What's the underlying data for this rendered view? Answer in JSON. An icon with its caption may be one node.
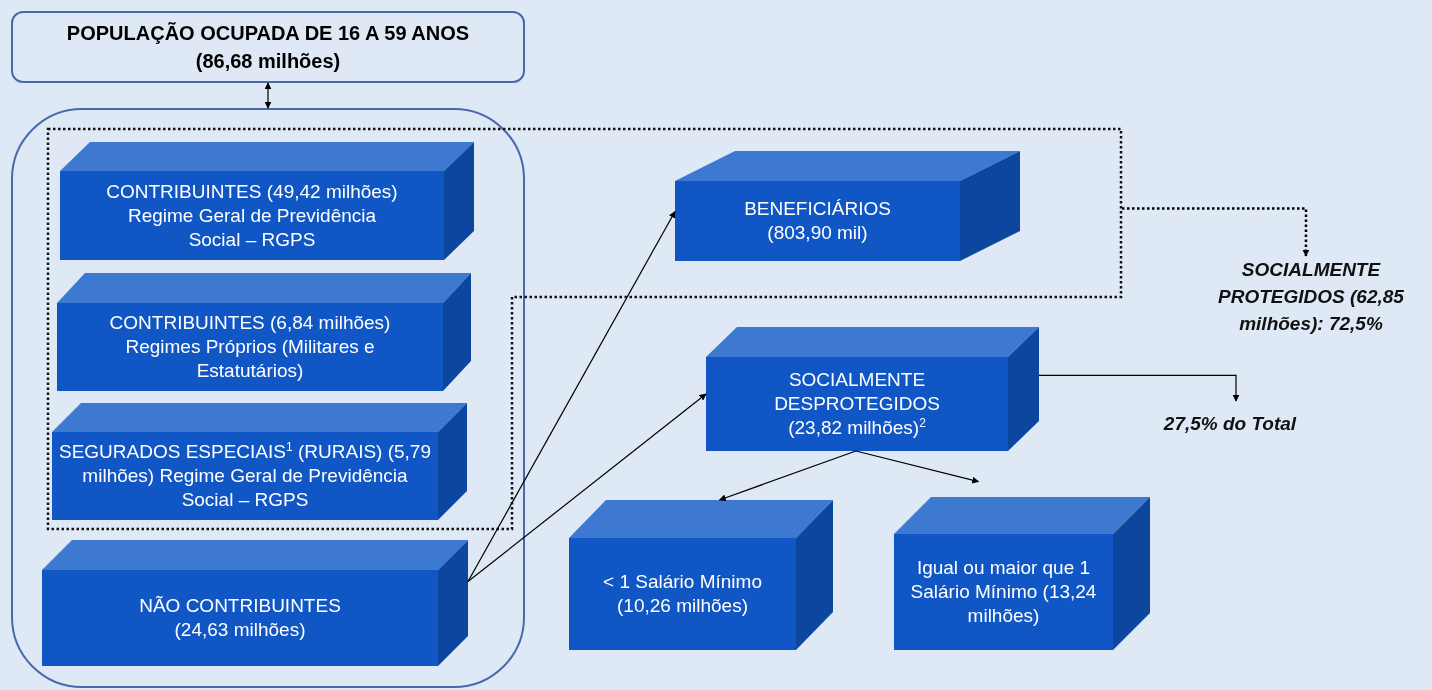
{
  "diagram": {
    "nodes": [
      {
        "text": [
          "POPULAÇÃO OCUPADA DE 16 A 59 ANOS (86,68 milhões)"
        ]
      },
      {
        "text": [],
        "shape": "box"
      },
      {
        "text": [],
        "shape": "box"
      },
      {
        "text": [
          "CONTRIBUINTES (49,42 milhões) Regime Geral de Previdência Social – RGPS"
        ]
      },
      {
        "text": [
          "CONTRIBUINTES (6,84 milhões) Regimes Próprios (Militares e Estatutários)"
        ]
      },
      {
        "text": [
          "SEGURADOS ESPECIAIS$^{1}$ (RURAIS) (5,79 milhões) Regime Geral de Previdência Social – RGPS"
        ]
      },
      {
        "text": [
          "NÃO CONTRIBUINTES (24,63 milhões)"
        ],
        "in": 1
      },
      {
        "text": [
          "BENEFICIÁRIOS (803,90 mil)"
        ],
        "in": 2
      },
      {
        "text": [
          "SOCIALMENTE DESPROTEGIDOS (23,82 milhões)$^{2}$"
        ]
      },
      {
        "text": [
          "< 1 Salário Mínimo (10,26 milhões)"
        ]
      },
      {
        "text": [
          "Igual ou maior que 1 Salário Mínimo (13,24 milhões)"
        ]
      },
      {
        "text": [
          "SOCIALMENTE PROTEGIDOS (62,85 milhões): 72,5%"
        ]
      },
      {
        "text": [
          "27,5% do Total"
        ]
      }
    ],
    "edges": [
      {
        "from": 0,
        "to": 1,
        "arrow": "both"
      },
      {
        "from": 6,
        "to": 7,
        "arrow": "to"
      },
      {
        "from": 6,
        "to": 8,
        "arrow": "to"
      },
      {
        "from": 8,
        "to": 9,
        "arrow": "to"
      },
      {
        "from": 8,
        "to": 10,
        "arrow": "to"
      },
      {
        "from": 2,
        "to": 11,
        "arrow": "to",
        "style": "dashed"
      },
      {
        "from": 8,
        "to": 12,
        "arrow": "to"
      }
    ]
  }
}
